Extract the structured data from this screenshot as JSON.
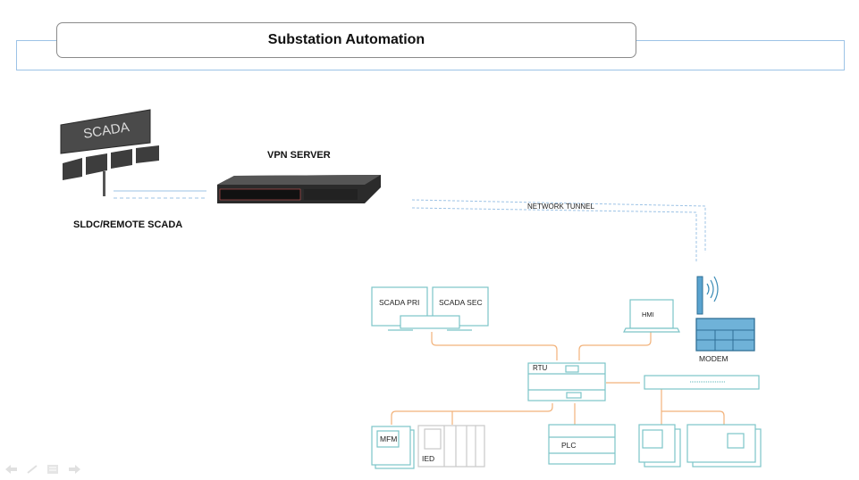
{
  "slide": {
    "title": "Substation Automation"
  },
  "remote": {
    "scada_sign": "SCADA",
    "label": "SLDC/REMOTE SCADA"
  },
  "vpn": {
    "label": "VPN SERVER"
  },
  "tunnel": {
    "label": "NETWORK TUNNEL"
  },
  "devices": {
    "scada_pri": "SCADA PRI",
    "scada_sec": "SCADA SEC",
    "hmi": "HMI",
    "modem": "MODEM",
    "rtu": "RTU",
    "mfm": "MFM",
    "ied": "IED",
    "plc": "PLC"
  },
  "colors": {
    "device_outline": "#7cc4c8",
    "link_orange": "#f2b27a",
    "tunnel_blue": "#9dc3e6",
    "modem_blue": "#3a8bb5"
  },
  "nav_icons": [
    "arrow-left-icon",
    "pen-icon",
    "menu-icon",
    "arrow-right-icon"
  ]
}
